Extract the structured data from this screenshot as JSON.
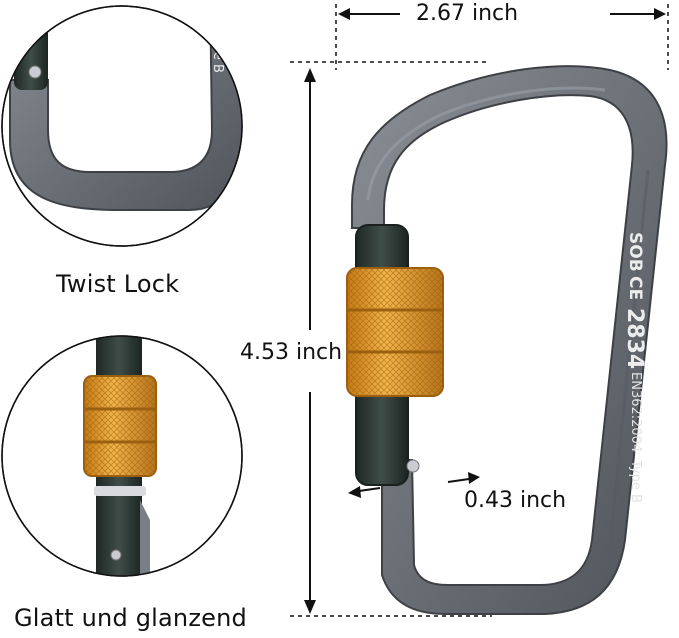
{
  "labels": {
    "twist_lock": "Twist Lock",
    "smooth": "Glatt und glanzend"
  },
  "dimensions": {
    "width": "2.67 inch",
    "height": "4.53 inch",
    "gate_gap": "0.43 inch"
  },
  "engraving": {
    "brand": "SOB",
    "ce_mark": "CE",
    "number": "2834",
    "standard": "EN362:2004",
    "type": "Type B"
  },
  "colors": {
    "body": "#6f747b",
    "body_dark": "#4e5359",
    "gate": "#2f3a36",
    "sleeve": "#e39a2c",
    "sleeve_dark": "#b8741a"
  }
}
